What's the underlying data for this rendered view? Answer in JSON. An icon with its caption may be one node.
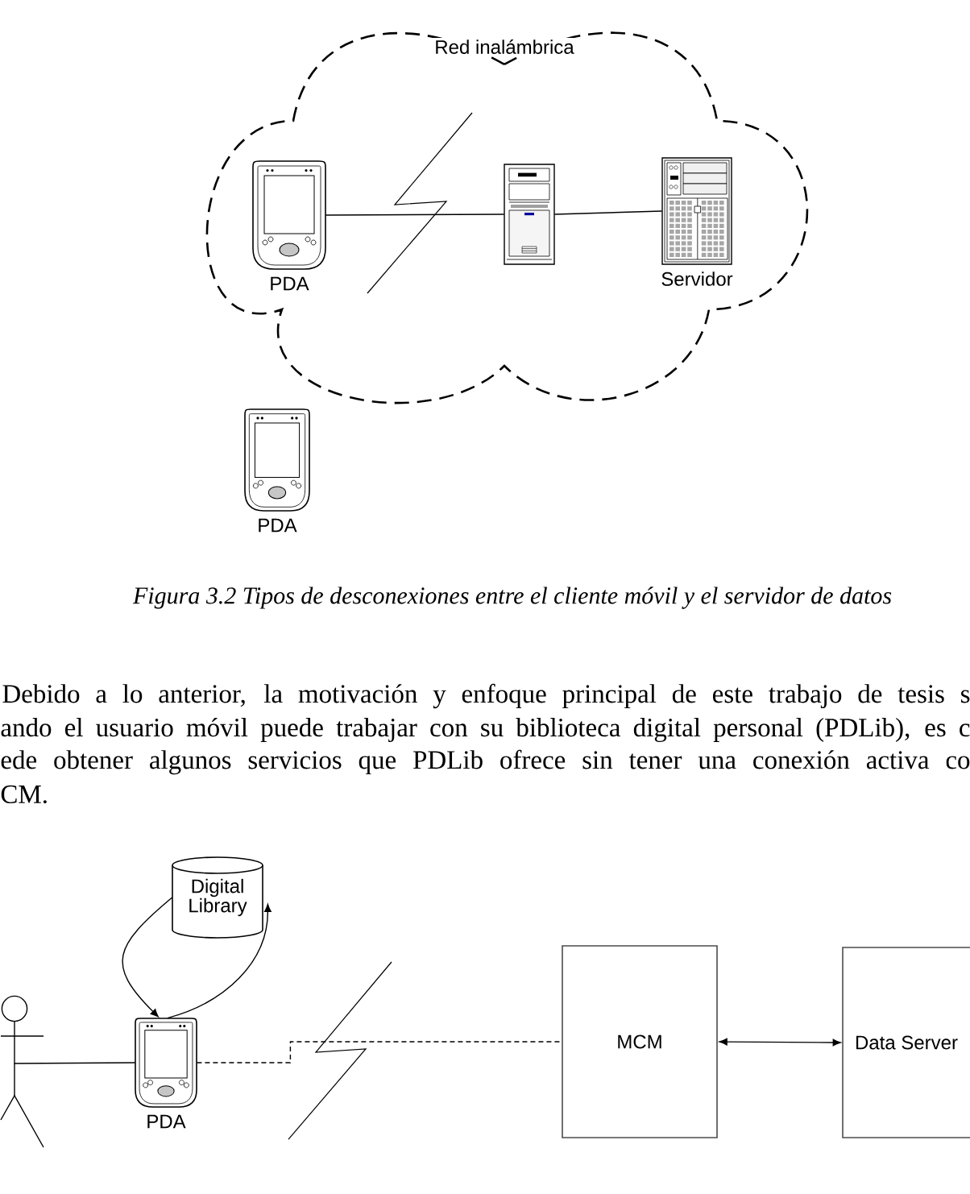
{
  "diagram": {
    "caption": "Figura 3.2 Tipos de desconexiones entre el cliente móvil y el servidor de datos",
    "nodes": [
      {
        "text": [
          "Red inalámbrica"
        ]
      },
      {
        "text": [],
        "shape": "picture",
        "in": 0,
        "beside": [
          "PDA"
        ]
      },
      {
        "text": [],
        "shape": "picture",
        "in": 0
      },
      {
        "text": [],
        "shape": "picture",
        "in": 0,
        "beside": [
          "Servidor"
        ]
      },
      {
        "text": [],
        "shape": "picture",
        "beside": [
          "PDA"
        ]
      },
      {
        "text": [
          "Digital Library"
        ]
      },
      {
        "text": [],
        "shape": "person"
      },
      {
        "text": [],
        "shape": "picture",
        "beside": [
          "PDA"
        ]
      },
      {
        "text": [
          "MCM"
        ]
      },
      {
        "text": [
          "Data Server"
        ]
      }
    ],
    "edges": [
      {
        "from": 1,
        "to": 2,
        "arrow": "none"
      },
      {
        "from": 2,
        "to": 3,
        "arrow": "none"
      },
      {
        "from": 5,
        "to": 7,
        "arrow": "to"
      },
      {
        "from": 7,
        "to": 5,
        "arrow": "to"
      },
      {
        "from": 6,
        "to": 7,
        "arrow": "none"
      },
      {
        "from": 7,
        "to": 8,
        "arrow": "none",
        "style": "dashed"
      },
      {
        "from": 8,
        "to": 9,
        "arrow": "both"
      }
    ],
    "labels": [
      "Debido a lo anterior, la motivación y enfoque principal de este trabajo de tesis s",
      "ando el usuario móvil puede trabajar con su biblioteca digital personal (PDLib), es c",
      "ede obtener algunos servicios que PDLib ofrece sin tener una conexión activa co",
      "CM."
    ]
  }
}
